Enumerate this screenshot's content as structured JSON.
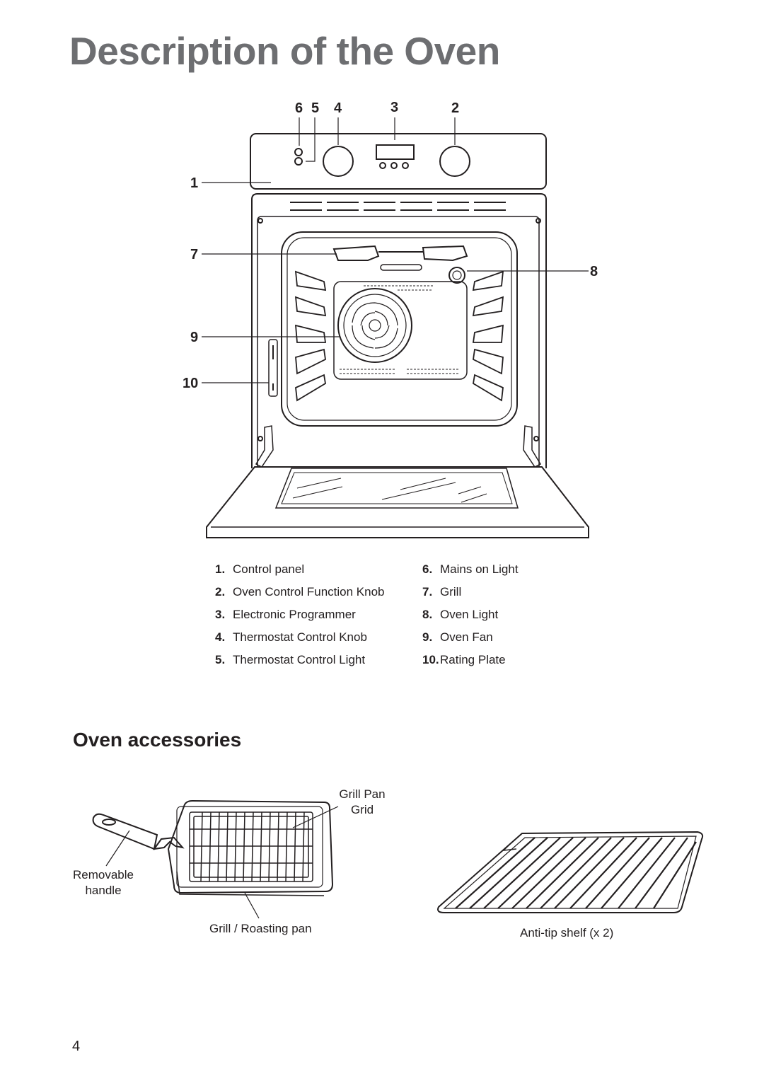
{
  "page": {
    "title": "Description of the Oven",
    "accessories_heading": "Oven accessories",
    "page_number": "4"
  },
  "diagram": {
    "callouts": [
      "1",
      "2",
      "3",
      "4",
      "5",
      "6",
      "7",
      "8",
      "9",
      "10"
    ]
  },
  "legend": {
    "left": [
      {
        "num": "1.",
        "label": "Control panel"
      },
      {
        "num": "2.",
        "label": "Oven Control Function Knob"
      },
      {
        "num": "3.",
        "label": "Electronic Programmer"
      },
      {
        "num": "4.",
        "label": "Thermostat Control Knob"
      },
      {
        "num": "5.",
        "label": "Thermostat Control Light"
      }
    ],
    "right": [
      {
        "num": "6.",
        "label": "Mains on Light"
      },
      {
        "num": "7.",
        "label": "Grill"
      },
      {
        "num": "8.",
        "label": "Oven Light"
      },
      {
        "num": "9.",
        "label": "Oven Fan"
      },
      {
        "num": "10.",
        "label": "Rating Plate"
      }
    ]
  },
  "accessories": {
    "grill_pan_grid_line1": "Grill Pan",
    "grill_pan_grid_line2": "Grid",
    "removable_handle_line1": "Removable",
    "removable_handle_line2": "handle",
    "roasting_pan": "Grill / Roasting pan",
    "shelf": "Anti-tip shelf (x 2)"
  }
}
